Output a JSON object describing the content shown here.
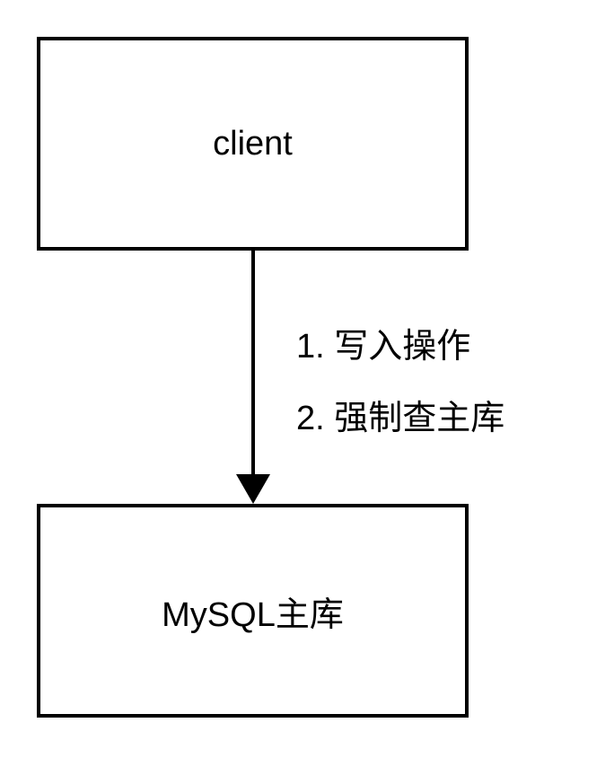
{
  "nodes": {
    "client": {
      "label": "client"
    },
    "mysql_master": {
      "label": "MySQL主库"
    }
  },
  "edge": {
    "labels": [
      "1. 写入操作",
      "2. 强制查主库"
    ]
  },
  "colors": {
    "stroke": "#000000",
    "background": "#ffffff"
  }
}
